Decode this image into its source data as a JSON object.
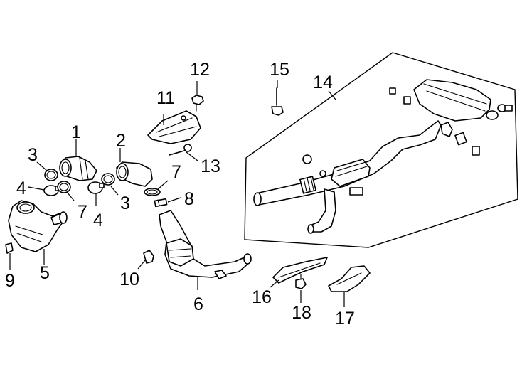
{
  "callouts": [
    {
      "id": "1",
      "label": "1"
    },
    {
      "id": "2",
      "label": "2"
    },
    {
      "id": "3a",
      "label": "3"
    },
    {
      "id": "3b",
      "label": "3"
    },
    {
      "id": "4a",
      "label": "4"
    },
    {
      "id": "4b",
      "label": "4"
    },
    {
      "id": "5",
      "label": "5"
    },
    {
      "id": "6",
      "label": "6"
    },
    {
      "id": "7a",
      "label": "7"
    },
    {
      "id": "7b",
      "label": "7"
    },
    {
      "id": "8",
      "label": "8"
    },
    {
      "id": "9",
      "label": "9"
    },
    {
      "id": "10",
      "label": "10"
    },
    {
      "id": "11",
      "label": "11"
    },
    {
      "id": "12",
      "label": "12"
    },
    {
      "id": "13",
      "label": "13"
    },
    {
      "id": "14",
      "label": "14"
    },
    {
      "id": "15",
      "label": "15"
    },
    {
      "id": "16",
      "label": "16"
    },
    {
      "id": "17",
      "label": "17"
    },
    {
      "id": "18",
      "label": "18"
    }
  ],
  "colors": {
    "line": "#000000",
    "background": "#ffffff"
  }
}
